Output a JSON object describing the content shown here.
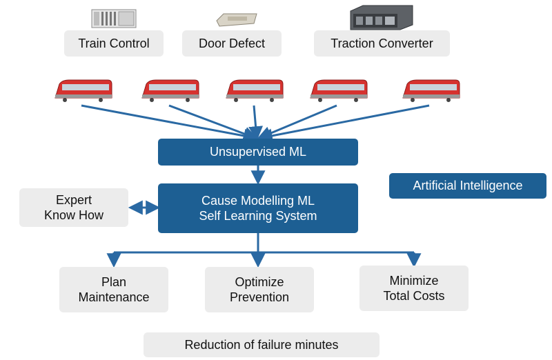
{
  "colors": {
    "accent": "#1d5f93",
    "arrow": "#2a69a3",
    "box_grey": "#ececec",
    "train_red": "#d6322f"
  },
  "devices": [
    {
      "label": "Train Control",
      "icon": "rack-controller-icon"
    },
    {
      "label": "Door Defect",
      "icon": "door-controller-icon"
    },
    {
      "label": "Traction Converter",
      "icon": "converter-cabinet-icon"
    }
  ],
  "trains": [
    {
      "icon": "tram-icon"
    },
    {
      "icon": "tram-icon"
    },
    {
      "icon": "tram-icon"
    },
    {
      "icon": "tram-icon"
    },
    {
      "icon": "tram-icon"
    }
  ],
  "unsupervised": "Unsupervised ML",
  "cause_model": {
    "line1": "Cause Modelling ML",
    "line2": "Self Learning System"
  },
  "ai_label": "Artificial Intelligence",
  "expert": {
    "line1": "Expert",
    "line2": "Know How"
  },
  "outcomes": [
    {
      "line1": "Plan",
      "line2": "Maintenance"
    },
    {
      "line1": "Optimize",
      "line2": "Prevention"
    },
    {
      "line1": "Minimize",
      "line2": "Total Costs"
    }
  ],
  "result": "Reduction of failure minutes"
}
